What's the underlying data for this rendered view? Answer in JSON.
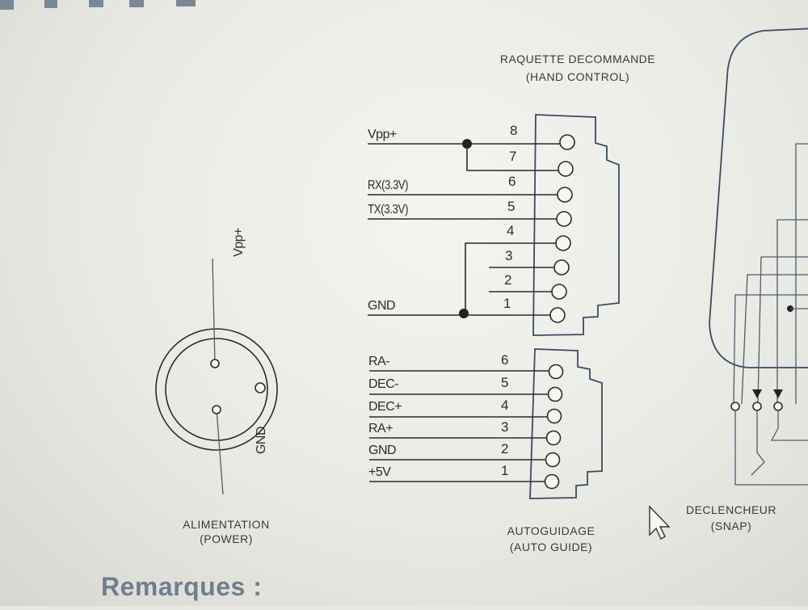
{
  "hand_control": {
    "title": "RAQUETTE DECOMMANDE",
    "subtitle": "(HAND CONTROL)",
    "signals": {
      "vpp": "Vpp+",
      "rx": "RX(3.3V)",
      "tx": "TX(3.3V)",
      "gnd": "GND"
    },
    "pins": [
      "8",
      "7",
      "6",
      "5",
      "4",
      "3",
      "2",
      "1"
    ]
  },
  "autoguide": {
    "signals": [
      "RA-",
      "DEC-",
      "DEC+",
      "RA+",
      "GND",
      "+5V"
    ],
    "pins": [
      "6",
      "5",
      "4",
      "3",
      "2",
      "1"
    ],
    "caption": "AUTOGUIDAGE",
    "caption_en": "(AUTO GUIDE)"
  },
  "power": {
    "vpp": "Vpp+",
    "gnd": "GND",
    "caption": "ALIMENTATION",
    "caption_en": "(POWER)"
  },
  "trigger": {
    "caption": "DECLENCHEUR",
    "caption_en": "(SNAP)"
  },
  "remarks_heading": "Remarques :"
}
